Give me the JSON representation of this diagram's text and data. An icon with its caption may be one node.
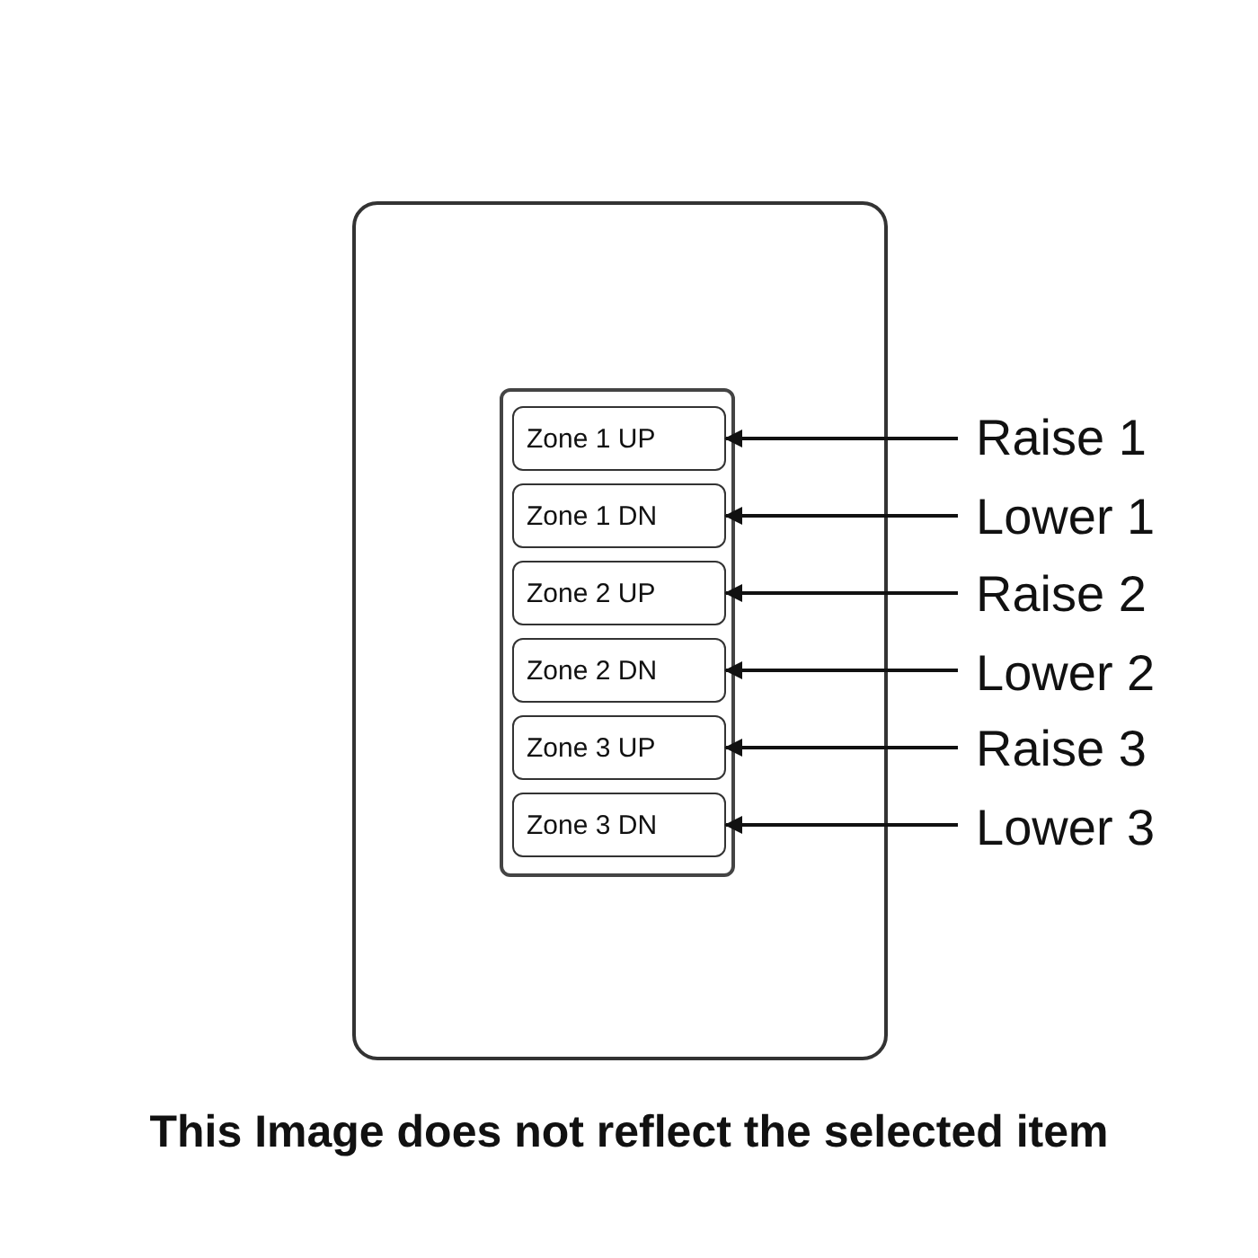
{
  "diagram": {
    "caption": "This Image does not reflect the selected item",
    "nodes": [
      {
        "text": [],
        "shape": "box"
      },
      {
        "text": [],
        "shape": "box",
        "in": 0
      },
      {
        "text": [
          "Zone 1 UP"
        ],
        "in": 1
      },
      {
        "text": [
          "Zone 1 DN"
        ],
        "in": 1
      },
      {
        "text": [
          "Zone 2 UP"
        ],
        "in": 1
      },
      {
        "text": [
          "Zone 2 DN"
        ],
        "in": 1
      },
      {
        "text": [
          "Zone 3 UP"
        ],
        "in": 1
      },
      {
        "text": [
          "Zone 3 DN"
        ],
        "in": 1
      },
      {
        "text": [
          "Raise 1"
        ]
      },
      {
        "text": [
          "Lower 1"
        ]
      },
      {
        "text": [
          "Raise 2"
        ]
      },
      {
        "text": [
          "Lower 2"
        ]
      },
      {
        "text": [
          "Raise 3"
        ]
      },
      {
        "text": [
          "Lower 3"
        ]
      }
    ],
    "edges": [
      {
        "from": 8,
        "to": 2,
        "arrow": "to"
      },
      {
        "from": 9,
        "to": 3,
        "arrow": "to"
      },
      {
        "from": 10,
        "to": 4,
        "arrow": "to"
      },
      {
        "from": 11,
        "to": 5,
        "arrow": "to"
      },
      {
        "from": 12,
        "to": 6,
        "arrow": "to"
      },
      {
        "from": 13,
        "to": 7,
        "arrow": "to"
      }
    ]
  }
}
